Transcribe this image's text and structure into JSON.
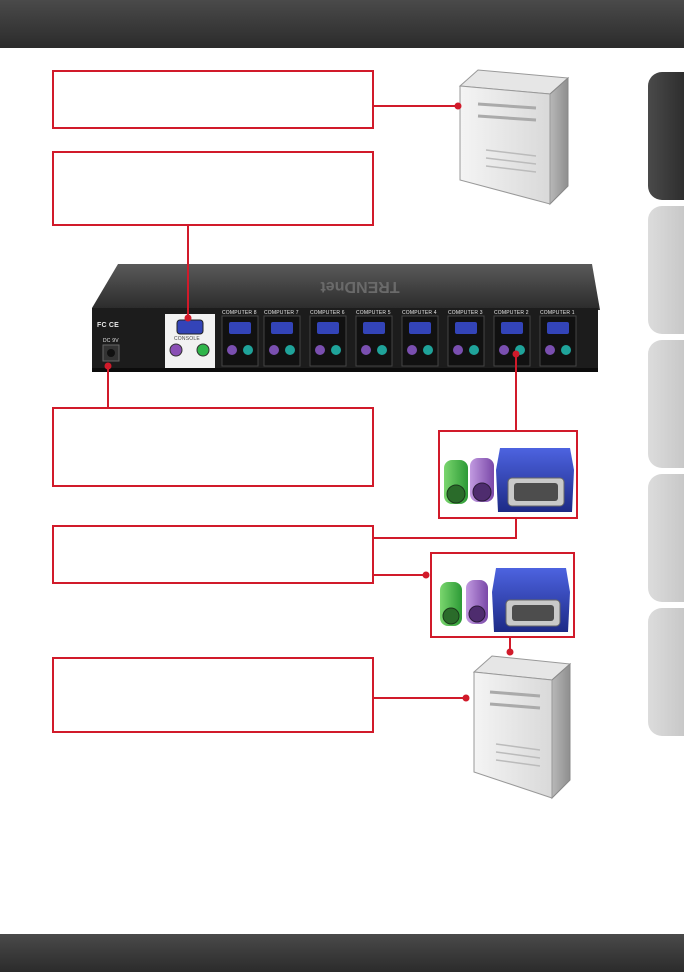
{
  "callouts": [
    {
      "id": "server-connection",
      "text": ""
    },
    {
      "id": "console-vga-port",
      "text": ""
    },
    {
      "id": "power-jack",
      "text": ""
    },
    {
      "id": "kvm-cable",
      "text": ""
    },
    {
      "id": "computer-connection",
      "text": ""
    }
  ],
  "kvm_switch": {
    "brand_logo": "TRENDnet",
    "certification_marks": "FC CE",
    "power_label": "DC 9V",
    "console_label": "CONSOLE",
    "computer_ports": [
      "COMPUTER 8",
      "COMPUTER 7",
      "COMPUTER 6",
      "COMPUTER 5",
      "COMPUTER 4",
      "COMPUTER 3",
      "COMPUTER 2",
      "COMPUTER 1"
    ]
  },
  "side_tabs": [
    {
      "label": "",
      "active": true
    },
    {
      "label": "",
      "active": false
    },
    {
      "label": "",
      "active": false
    },
    {
      "label": "",
      "active": false
    },
    {
      "label": "",
      "active": false
    }
  ],
  "icons": [
    "computer-tower-icon",
    "kvm-switch-icon",
    "ps2-vga-cable-icon"
  ],
  "colors": {
    "accent": "#d11a2a",
    "header": "#333333",
    "ps2_mouse": "#2fb54a",
    "ps2_keyboard": "#8a4fb5",
    "vga": "#2b3fb0"
  }
}
